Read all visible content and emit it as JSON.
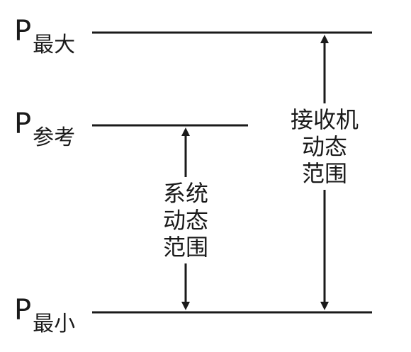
{
  "levels": {
    "max": {
      "symbol": "P",
      "subscript": "最大"
    },
    "ref": {
      "symbol": "P",
      "subscript": "参考"
    },
    "min": {
      "symbol": "P",
      "subscript": "最小"
    }
  },
  "system_range": {
    "lines": [
      "系统",
      "动态",
      "范围"
    ]
  },
  "receiver_range": {
    "lines": [
      "接收机",
      "动态",
      "范围"
    ]
  },
  "colors": {
    "ink": "#1a1a1a"
  }
}
